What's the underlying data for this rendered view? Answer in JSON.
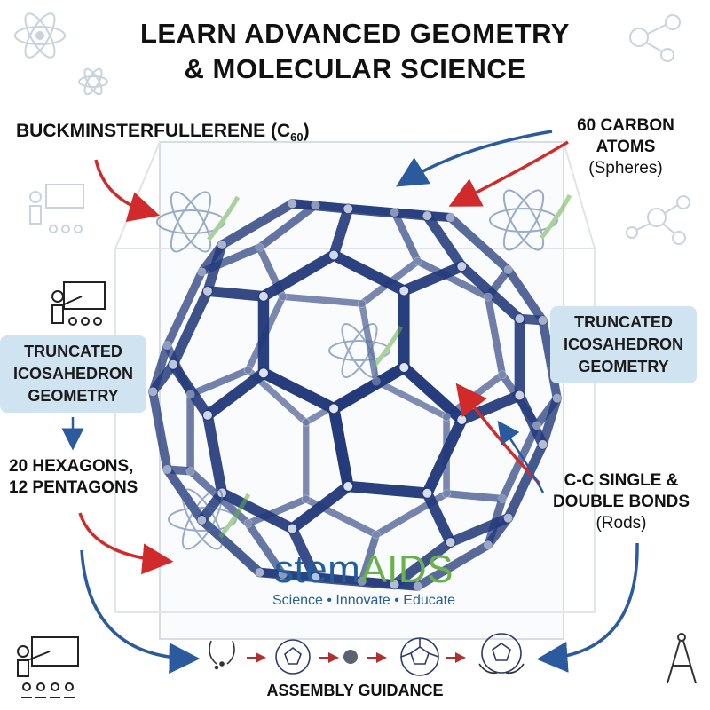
{
  "title_line1": "LEARN ADVANCED GEOMETRY",
  "title_line2": "& MOLECULAR SCIENCE",
  "labels": {
    "buckminster": "BUCKMINSTERFULLERENE (C",
    "buckminster_sub": "60",
    "buckminster_close": ")",
    "atoms_line1": "60 CARBON",
    "atoms_line2": "ATOMS",
    "atoms_line3": "(Spheres)",
    "geometry_left_1": "TRUNCATED",
    "geometry_left_2": "ICOSAHEDRON",
    "geometry_left_3": "GEOMETRY",
    "geometry_right_1": "TRUNCATED",
    "geometry_right_2": "ICOSAHEDRON",
    "geometry_right_3": "GEOMETRY",
    "faces_line1": "20 HEXAGONS,",
    "faces_line2": "12 PENTAGONS",
    "bonds_line1": "C-C SINGLE &",
    "bonds_line2": "DOUBLE BONDS",
    "bonds_line3": "(Rods)",
    "assembly": "ASSEMBLY GUIDANCE"
  },
  "logo": {
    "part1": "stem",
    "part2": "AIDS",
    "tagline": "Science • Innovate • Educate"
  },
  "colors": {
    "rod_blue": "#22397a",
    "arrow_red": "#d12a2a",
    "arrow_blue": "#2b5a9e",
    "callout_bg": "#cfe3f1",
    "brand_blue": "#1f5fa0",
    "brand_green": "#6ab04c"
  }
}
